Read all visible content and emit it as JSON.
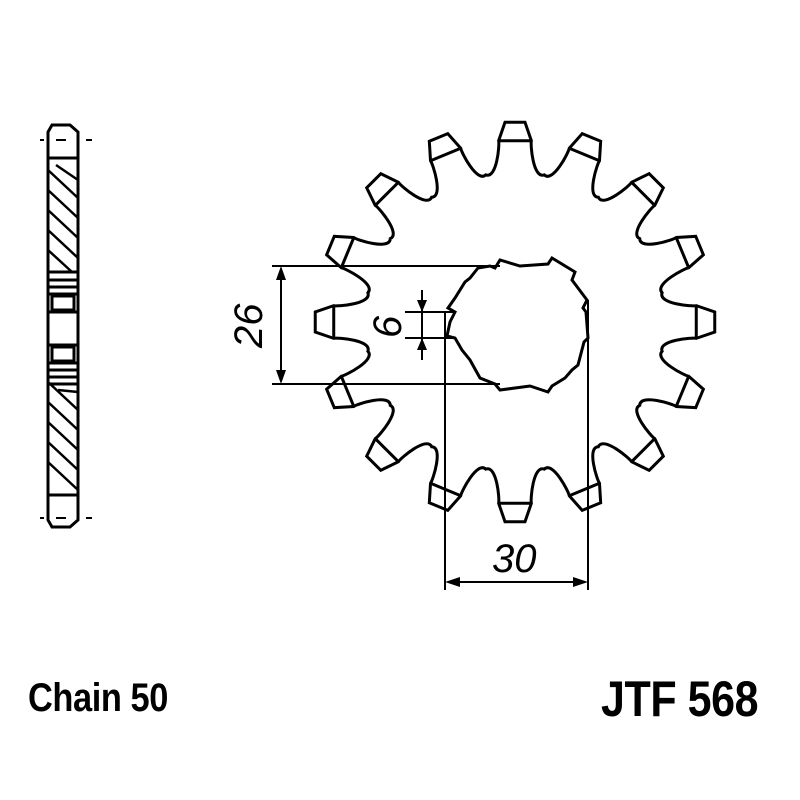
{
  "drawing": {
    "type": "sprocket technical drawing",
    "teeth_count": 16,
    "colors": {
      "line": "#000000",
      "background": "#ffffff"
    }
  },
  "dimensions": {
    "spline_height": "26",
    "key_width": "6",
    "spline_width": "30"
  },
  "labels": {
    "chain": "Chain 50",
    "part_number": "JTF 568"
  }
}
